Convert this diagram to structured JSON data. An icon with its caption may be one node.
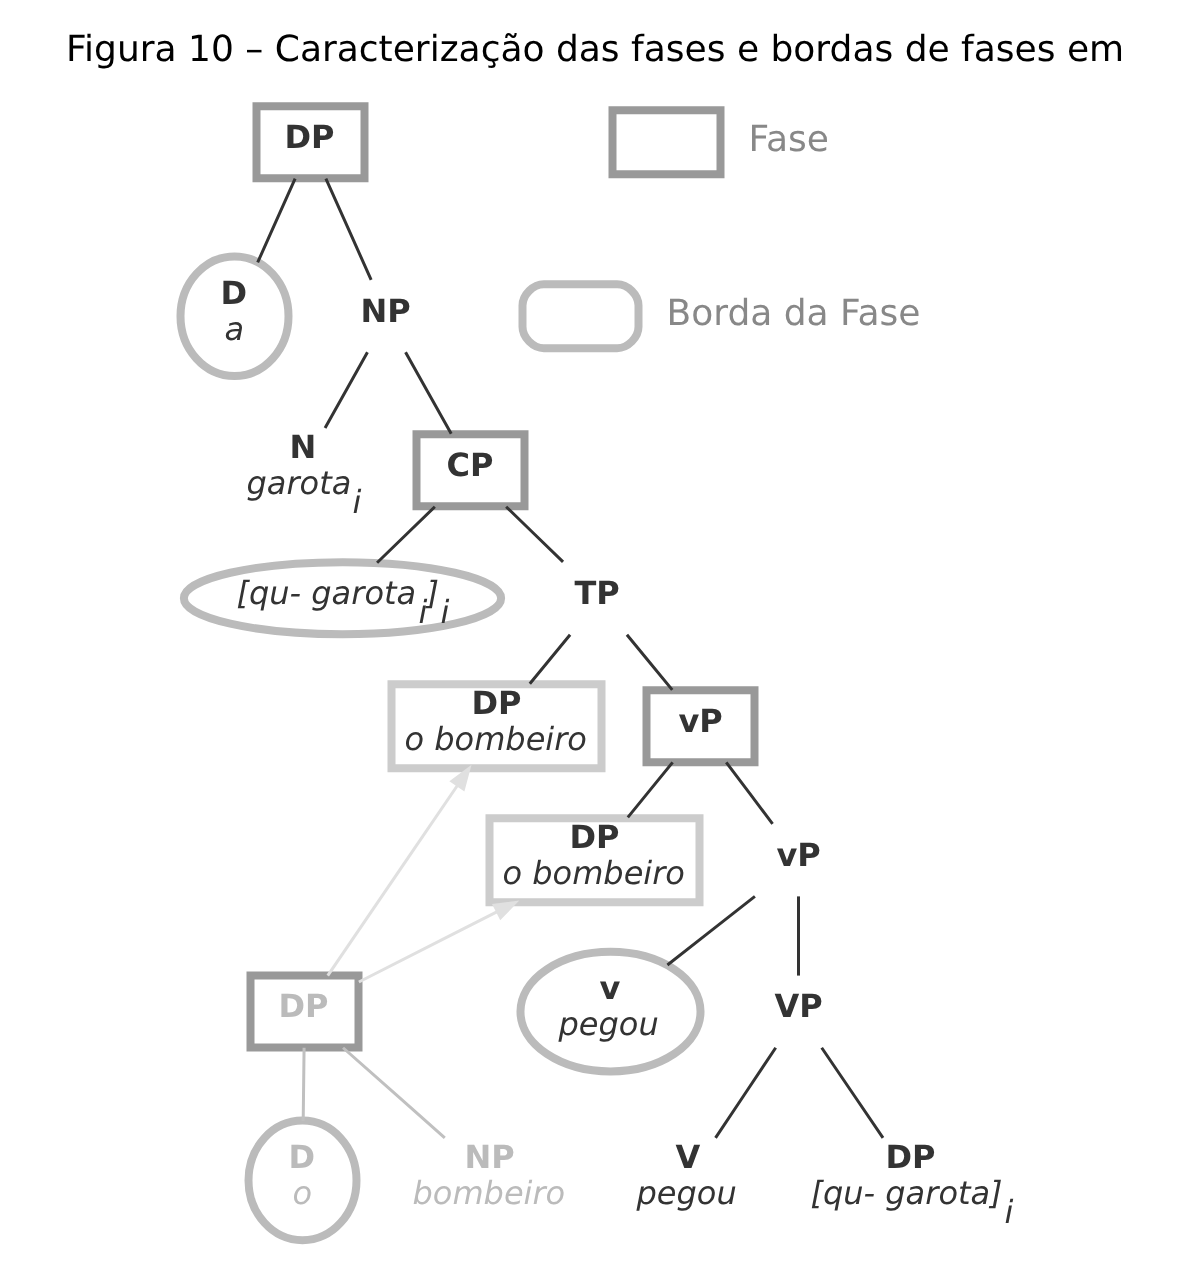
{
  "diagram": {
    "title": "Figura 10 – Caracterização das fases e bordas de fases em",
    "nodes": [
      {
        "text": [
          "DP"
        ]
      },
      {
        "text": [
          "D",
          "a"
        ]
      },
      {
        "text": [
          "NP"
        ]
      },
      {
        "text": [
          "N",
          "garota$_{i}$"
        ]
      },
      {
        "text": [
          "CP"
        ]
      },
      {
        "text": [
          "[qu- garota$_{i}$]$_{i}$"
        ]
      },
      {
        "text": [
          "TP"
        ]
      },
      {
        "text": [
          "DP",
          "o bombeiro"
        ]
      },
      {
        "text": [
          "vP"
        ]
      },
      {
        "text": [
          "DP",
          "o bombeiro"
        ]
      },
      {
        "text": [
          "vP"
        ]
      },
      {
        "text": [
          "v",
          "pegou"
        ]
      },
      {
        "text": [
          "VP"
        ]
      },
      {
        "text": [
          "V",
          "pegou"
        ]
      },
      {
        "text": [
          "DP",
          "[qu- garota]$_{i}$"
        ]
      },
      {
        "text": [
          "DP"
        ]
      },
      {
        "text": [
          "D",
          "o"
        ]
      },
      {
        "text": [
          "NP",
          "bombeiro"
        ]
      }
    ],
    "edges": [
      {
        "from": 0,
        "to": 1,
        "arrow": "none"
      },
      {
        "from": 0,
        "to": 2,
        "arrow": "none"
      },
      {
        "from": 2,
        "to": 3,
        "arrow": "none"
      },
      {
        "from": 2,
        "to": 4,
        "arrow": "none"
      },
      {
        "from": 4,
        "to": 5,
        "arrow": "none"
      },
      {
        "from": 4,
        "to": 6,
        "arrow": "none"
      },
      {
        "from": 6,
        "to": 7,
        "arrow": "none"
      },
      {
        "from": 6,
        "to": 8,
        "arrow": "none"
      },
      {
        "from": 8,
        "to": 9,
        "arrow": "none"
      },
      {
        "from": 8,
        "to": 10,
        "arrow": "none"
      },
      {
        "from": 10,
        "to": 11,
        "arrow": "none"
      },
      {
        "from": 10,
        "to": 12,
        "arrow": "none"
      },
      {
        "from": 12,
        "to": 13,
        "arrow": "none"
      },
      {
        "from": 12,
        "to": 14,
        "arrow": "none"
      },
      {
        "from": 15,
        "to": 16,
        "arrow": "none",
        "color": "#c0c0c0"
      },
      {
        "from": 15,
        "to": 17,
        "arrow": "none",
        "color": "#c0c0c0"
      },
      {
        "from": 15,
        "to": 7,
        "arrow": "to",
        "color": "#e0e0e0"
      },
      {
        "from": 15,
        "to": 9,
        "arrow": "to",
        "color": "#e0e0e0"
      }
    ],
    "legend": [
      {
        "text": "Fase"
      },
      {
        "text": "Borda da Fase"
      }
    ]
  }
}
